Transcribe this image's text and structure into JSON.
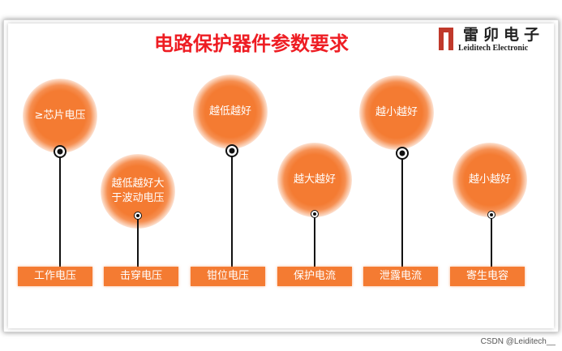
{
  "title": "电路保护器件参数要求",
  "logo": {
    "cn": "雷卯电子",
    "en": "Leiditech Electronic",
    "mark_icon": "leiditech-logo-mark",
    "color": "#c0392b"
  },
  "columns": [
    {
      "bubble": "≥芯片电压",
      "label": "工作电压"
    },
    {
      "bubble": "越低越好大于波动电压",
      "label": "击穿电压"
    },
    {
      "bubble": "越低越好",
      "label": "钳位电压"
    },
    {
      "bubble": "越大越好",
      "label": "保护电流"
    },
    {
      "bubble": "越小越好",
      "label": "泄露电流"
    },
    {
      "bubble": "越小越好",
      "label": "寄生电容"
    }
  ],
  "watermark": "CSDN @Leiditech__",
  "colors": {
    "accent": "#f47b32",
    "title": "#ee1d23"
  }
}
